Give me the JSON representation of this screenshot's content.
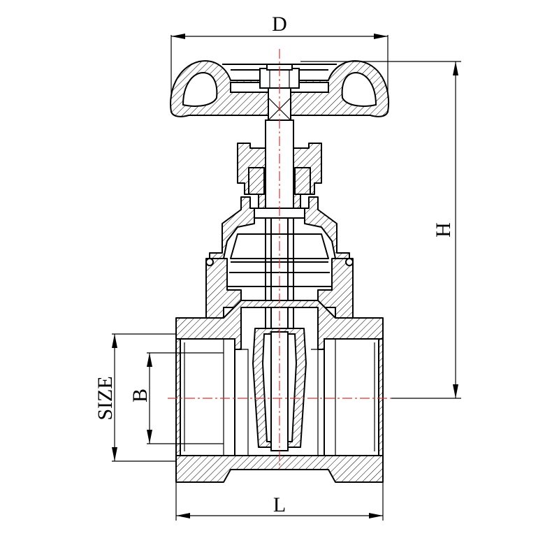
{
  "labels": {
    "d": "D",
    "h": "H",
    "l": "L",
    "b": "B",
    "size": "SIZE"
  },
  "colors": {
    "outline": "#000000",
    "centerline": "#e03030",
    "background": "#ffffff"
  }
}
